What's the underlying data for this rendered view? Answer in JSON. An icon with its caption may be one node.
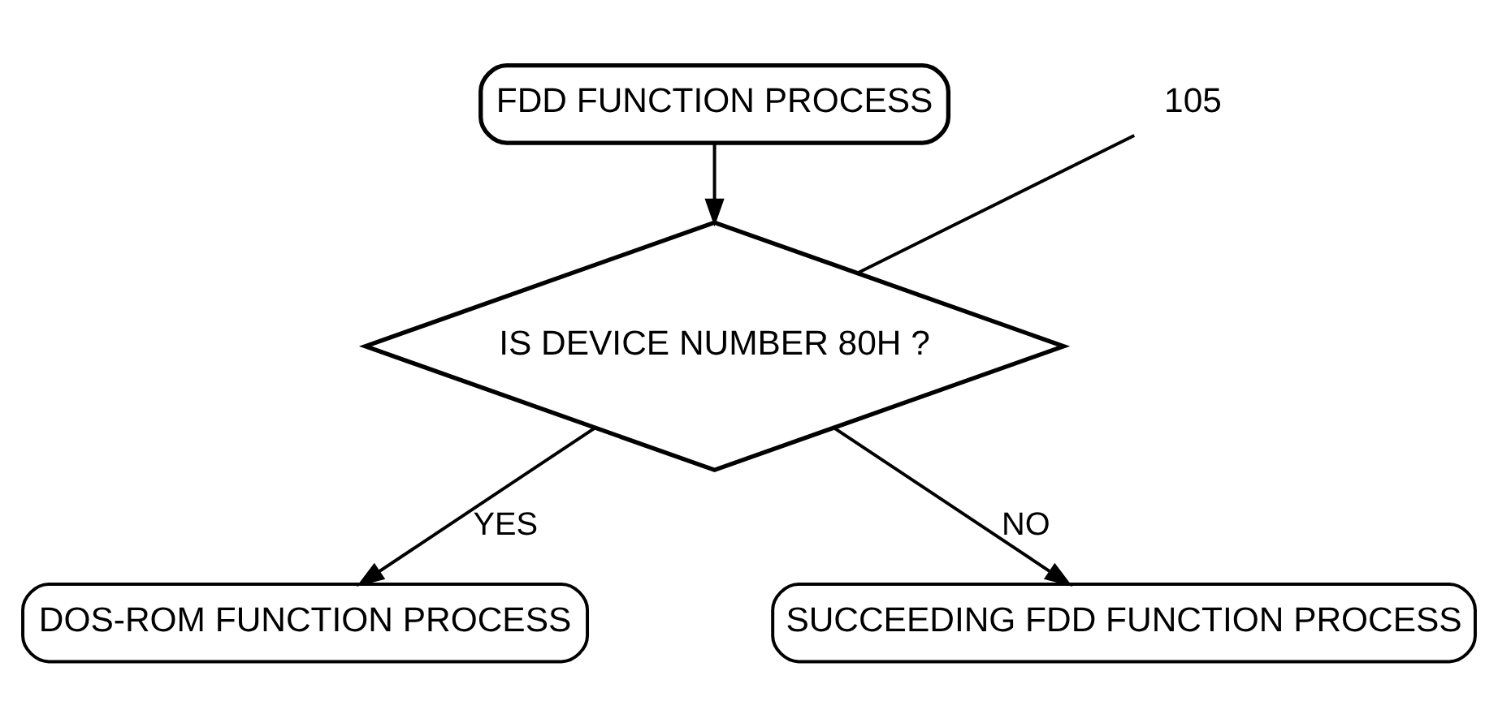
{
  "diagram": {
    "nodes": [
      {
        "text": [
          "FDD FUNCTION PROCESS"
        ]
      },
      {
        "text": [
          "IS DEVICE NUMBER 80H ?"
        ]
      },
      {
        "text": [
          "DOS-ROM FUNCTION PROCESS"
        ]
      },
      {
        "text": [
          "SUCCEEDING FDD FUNCTION PROCESS"
        ]
      },
      {
        "text": [
          "105"
        ]
      }
    ],
    "edges": [
      {
        "from": 0,
        "to": 1,
        "arrow": "to"
      },
      {
        "from": 1,
        "to": 2,
        "arrow": "to",
        "label": "YES"
      },
      {
        "from": 1,
        "to": 3,
        "arrow": "to",
        "label": "NO"
      },
      {
        "from": 4,
        "to": 1,
        "arrow": "none"
      }
    ]
  }
}
